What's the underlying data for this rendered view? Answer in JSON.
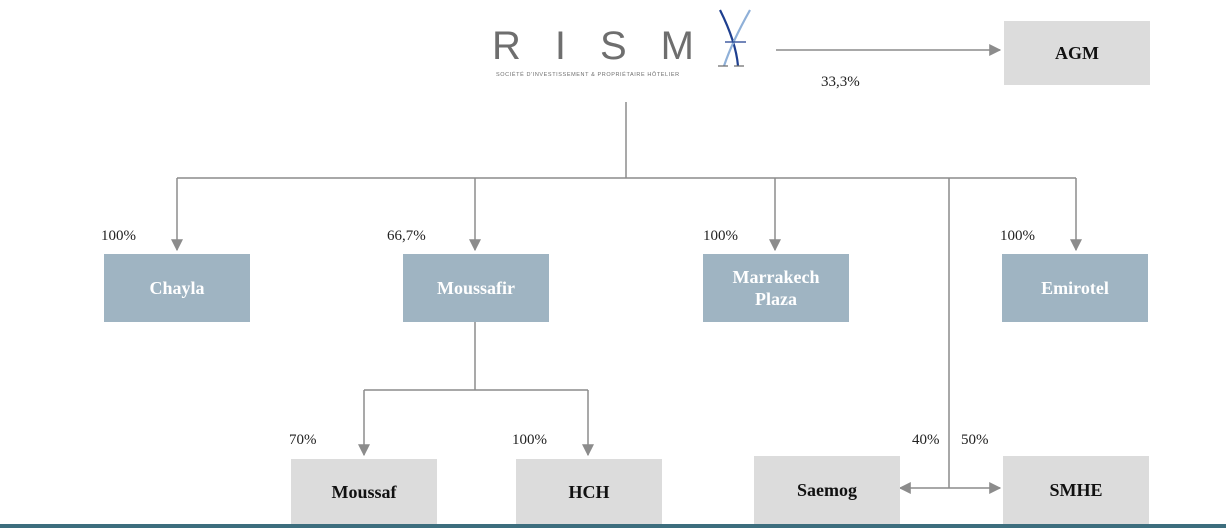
{
  "logo": {
    "letters": "RISM",
    "tagline": "SOCIÉTÉ D'INVESTISSEMENT & PROPRIÉTAIRE HÔTELIER",
    "mark_color_a": "#1e3f8f",
    "mark_color_b": "#8fb0d8"
  },
  "entities": {
    "agm": "AGM",
    "chayla": "Chayla",
    "moussafir": "Moussafir",
    "marrakech_plaza_line1": "Marrakech",
    "marrakech_plaza_line2": "Plaza",
    "emirotel": "Emirotel",
    "moussaf": "Moussaf",
    "hch": "HCH",
    "saemog": "Saemog",
    "smhe": "SMHE"
  },
  "percentages": {
    "agm": "33,3%",
    "chayla": "100%",
    "moussafir": "66,7%",
    "marrakech_plaza": "100%",
    "emirotel": "100%",
    "moussaf": "70%",
    "hch": "100%",
    "saemog": "40%",
    "smhe": "50%"
  },
  "colors": {
    "subsidiary_box": "#9fb4c2",
    "affiliate_box": "#dcdcdc",
    "connector": "#8c8c8c",
    "bottom_rule": "#3d6e7e"
  }
}
